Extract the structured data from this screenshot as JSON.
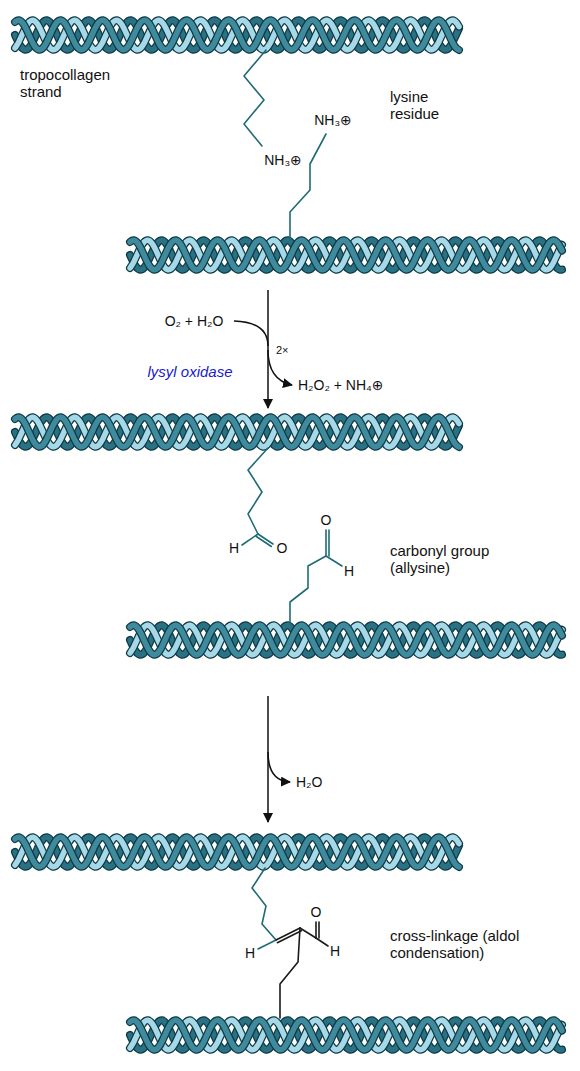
{
  "diagram": {
    "labels": [
      "tropocollagen strand",
      "NH₃⊕",
      "NH₃⊕",
      "lysine residue",
      "O₂ + H₂O",
      "2×",
      "lysyl oxidase",
      "H₂O₂ + NH₄⊕",
      "H",
      "O",
      "O",
      "H",
      "carbonyl group (allysine)",
      "H₂O",
      "H",
      "O",
      "H",
      "cross-linkage (aldol condensation)"
    ]
  }
}
